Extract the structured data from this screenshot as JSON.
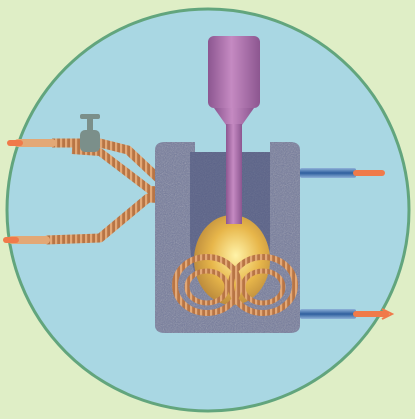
{
  "diagram": {
    "kind": "industrial furnace cutaway illustration",
    "text_labels": [],
    "colors": {
      "page_background": "#dfeec6",
      "disc_fill": "#a9d7e3",
      "disc_stroke": "#62a57d",
      "vessel_body": "#737a9c",
      "vessel_inner": "#47507a",
      "piston": "#c58ac2",
      "piston_dark": "#8c5690",
      "copper_tube": "#b87545",
      "copper_light": "#e3a876",
      "glow_hot": "#fff3a8",
      "glow_mid": "#e7b64a",
      "glow_edge": "#b7863b",
      "inlet_pipe": "#2f5f9e",
      "inlet_pipe_light": "#8fb2d9",
      "flame_tip": "#f07a4a",
      "valve_body": "#7b8f8a"
    },
    "components": [
      {
        "name": "cooling-disc-background",
        "icon": "circle"
      },
      {
        "name": "vessel-housing",
        "icon": "insulated-block"
      },
      {
        "name": "plunger-piston",
        "icon": "piston"
      },
      {
        "name": "heating-coils",
        "icon": "copper-coil"
      },
      {
        "name": "melt-glow",
        "icon": "molten-metal"
      },
      {
        "name": "control-valve",
        "icon": "valve"
      },
      {
        "name": "water-outlet-pipes",
        "icon": "pipe"
      }
    ]
  }
}
